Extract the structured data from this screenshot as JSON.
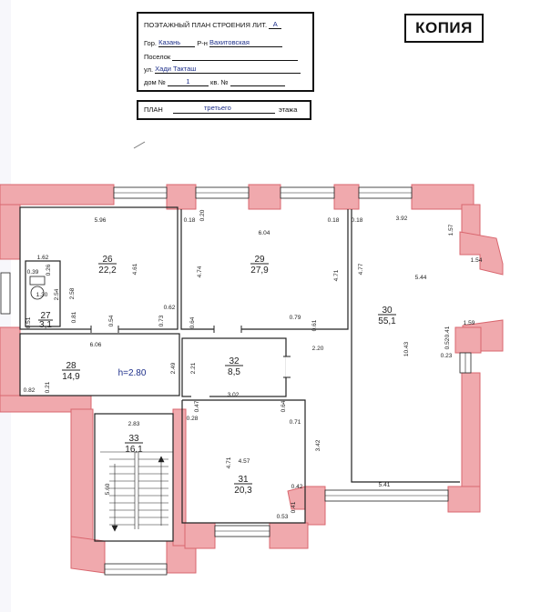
{
  "header": {
    "title": "ПОЭТАЖНЫЙ ПЛАН СТРОЕНИЯ ЛИТ.",
    "lit_value": "А",
    "city_label": "Гор.",
    "city_value": "Казань",
    "district_label": "Р-н",
    "district_value": "Вахитовская",
    "settlement_label": "Поселок",
    "street_label": "ул.",
    "street_value": "Хади Такташ",
    "house_label": "дом №",
    "house_value": "1",
    "apt_label": "кв. №"
  },
  "stamp": "КОПИЯ",
  "plan_label": {
    "prefix": "ПЛАН",
    "value": "третьего",
    "suffix": "этажа"
  },
  "colors": {
    "wall_fill": "#f0a9ad",
    "wall_stroke": "#d9666e",
    "line": "#222222",
    "ink_blue": "#1d2f8a",
    "paper": "#ffffff"
  },
  "rooms": [
    {
      "number": "26",
      "area": "22,2"
    },
    {
      "number": "27",
      "area": "3,1"
    },
    {
      "number": "28",
      "area": "14,9"
    },
    {
      "number": "29",
      "area": "27,9"
    },
    {
      "number": "30",
      "area": "55,1"
    },
    {
      "number": "31",
      "area": "20,3"
    },
    {
      "number": "32",
      "area": "8,5"
    },
    {
      "number": "33",
      "area": "16,1"
    }
  ],
  "height_note": "h=2.80",
  "dimensions": [
    "5.96",
    "4.61",
    "1.62",
    "0.39",
    "0.26",
    "1.30",
    "2.54",
    "2.58",
    "0.81",
    "0.54",
    "0.73",
    "0.62",
    "0.51",
    "0.18",
    "0.20",
    "6.04",
    "0.18",
    "4.74",
    "4.71",
    "0.64",
    "0.79",
    "0.61",
    "0.18",
    "3.92",
    "1.57",
    "5.44",
    "1.54",
    "4.77",
    "1.59",
    "0.41",
    "0.23",
    "10.43",
    "0.52",
    "6.06",
    "2.49",
    "0.82",
    "0.21",
    "2.21",
    "2.20",
    "3.02",
    "0.47",
    "0.64",
    "0.28",
    "0.71",
    "4.57",
    "4.71",
    "3.42",
    "0.42",
    "0.41",
    "0.53",
    "5.41",
    "2.83",
    "5.60"
  ]
}
